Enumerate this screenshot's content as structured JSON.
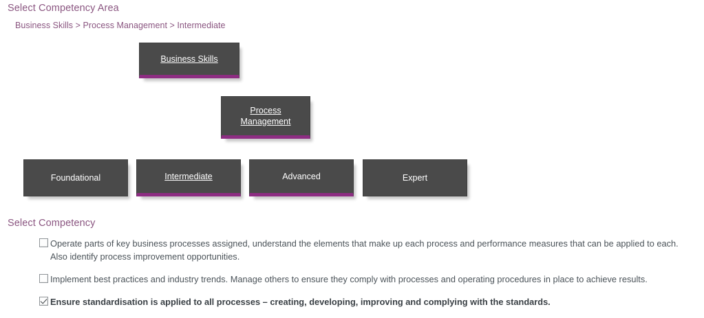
{
  "headings": {
    "area": "Select Competency Area",
    "competency": "Select Competency"
  },
  "breadcrumb": {
    "text": "Business Skills > Process Management > Intermediate",
    "parts": [
      "Business Skills",
      "Process Management",
      "Intermediate"
    ],
    "separator": ">"
  },
  "colors": {
    "heading_purple": "#8a5580",
    "accent_purple": "#8d2d82",
    "tile_background": "#4a4a4a",
    "tile_text": "#ffffff",
    "body_text": "#4b5359"
  },
  "levels": {
    "row1": [
      {
        "label": "Business Skills",
        "selected": true,
        "linked": true
      }
    ],
    "row2": [
      {
        "label": "Process\nManagement",
        "line1": "Process",
        "line2": "Management",
        "selected": true,
        "linked": true
      }
    ],
    "row3": [
      {
        "label": "Foundational",
        "selected": false,
        "linked": false
      },
      {
        "label": "Intermediate",
        "selected": true,
        "linked": true
      },
      {
        "label": "Advanced",
        "selected": true,
        "linked": false
      },
      {
        "label": "Expert",
        "selected": false,
        "linked": false
      }
    ]
  },
  "competencies": [
    {
      "text": "Operate parts of key business processes assigned, understand the elements that make up each process and performance measures that can be applied to each. Also identify process improvement opportunities.",
      "checked": false,
      "bold": false
    },
    {
      "text": "Implement best practices and industry trends. Manage others to ensure they comply with processes and operating procedures in place to achieve results.",
      "checked": false,
      "bold": false
    },
    {
      "text": "Ensure standardisation is applied to all processes – creating, developing, improving and complying with the standards.",
      "checked": true,
      "bold": true
    }
  ]
}
